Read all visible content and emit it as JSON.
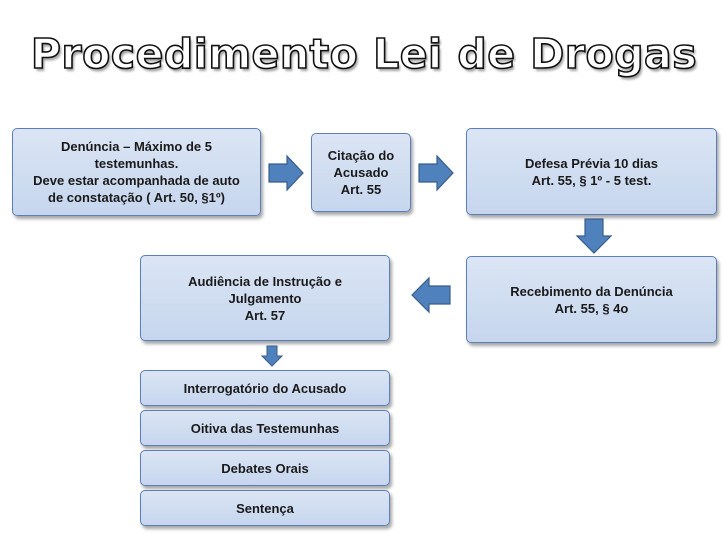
{
  "title": "Procedimento Lei de Drogas",
  "colors": {
    "box_fill": "#c6d6ee",
    "box_border": "#5b7fb8",
    "arrow_fill": "#4f81bd",
    "arrow_border": "#385d8a"
  },
  "boxes": {
    "denuncia": {
      "lines": [
        "Denúncia – Máximo de 5",
        "testemunhas.",
        "Deve estar acompanhada de auto",
        "de constatação ( Art. 50, §1º)"
      ]
    },
    "citacao": {
      "lines": [
        "Citação do",
        "Acusado",
        "Art. 55"
      ]
    },
    "defesa": {
      "lines": [
        "Defesa  Prévia  10 dias",
        "Art. 55, § 1º - 5 test."
      ]
    },
    "recebimento": {
      "lines": [
        "Recebimento da Denúncia",
        "Art. 55, § 4o"
      ]
    },
    "audiencia": {
      "lines": [
        "Audiência de Instrução e",
        "Julgamento",
        "Art. 57"
      ]
    },
    "interrogatorio": {
      "lines": [
        "Interrogatório do Acusado"
      ]
    },
    "oitiva": {
      "lines": [
        "Oitiva das Testemunhas"
      ]
    },
    "debates": {
      "lines": [
        "Debates Orais"
      ]
    },
    "sentenca": {
      "lines": [
        "Sentença"
      ]
    }
  }
}
